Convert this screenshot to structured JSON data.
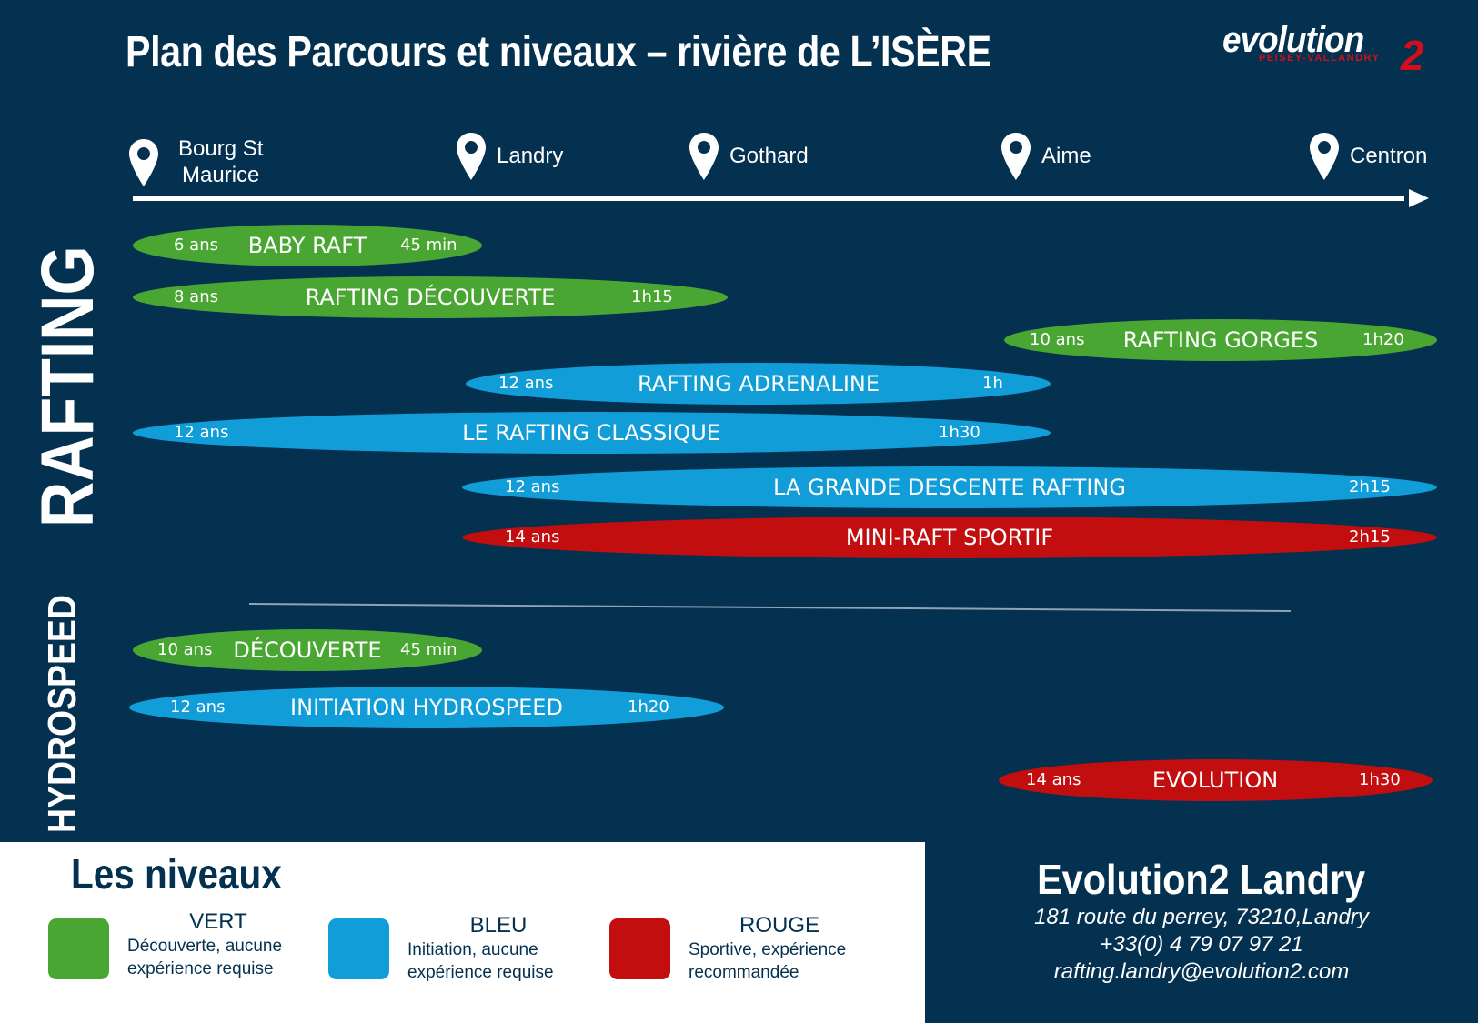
{
  "title": "Plan des Parcours et niveaux – rivière de L’ISÈRE",
  "logo": {
    "word": "evolution",
    "digit": "2",
    "subtitle": "PEISEY-VALLANDRY",
    "accent_color": "#d40f1a"
  },
  "stops": [
    {
      "label": "Bourg St\nMaurice",
      "icon": "map-pin-icon"
    },
    {
      "label": "Landry",
      "icon": "map-pin-icon"
    },
    {
      "label": "Gothard",
      "icon": "map-pin-icon"
    },
    {
      "label": "Aime",
      "icon": "map-pin-icon"
    },
    {
      "label": "Centron",
      "icon": "map-pin-icon"
    }
  ],
  "sections": {
    "rafting": "RAFTING",
    "hydrospeed": "HYDROSPEED"
  },
  "courses": [
    {
      "section": "rafting",
      "level": "green",
      "age": "6 ans",
      "name": "BABY RAFT",
      "duration": "45 min"
    },
    {
      "section": "rafting",
      "level": "green",
      "age": "8 ans",
      "name": "RAFTING DÉCOUVERTE",
      "duration": "1h15"
    },
    {
      "section": "rafting",
      "level": "green",
      "age": "10 ans",
      "name": "RAFTING GORGES",
      "duration": "1h20"
    },
    {
      "section": "rafting",
      "level": "blue",
      "age": "12 ans",
      "name": "RAFTING ADRENALINE",
      "duration": "1h"
    },
    {
      "section": "rafting",
      "level": "blue",
      "age": "12 ans",
      "name": "LE RAFTING CLASSIQUE",
      "duration": "1h30"
    },
    {
      "section": "rafting",
      "level": "blue",
      "age": "12 ans",
      "name": "LA GRANDE DESCENTE RAFTING",
      "duration": "2h15"
    },
    {
      "section": "rafting",
      "level": "red",
      "age": "14 ans",
      "name": "MINI-RAFT SPORTIF",
      "duration": "2h15"
    },
    {
      "section": "hydrospeed",
      "level": "green",
      "age": "10 ans",
      "name": "DÉCOUVERTE",
      "duration": "45 min"
    },
    {
      "section": "hydrospeed",
      "level": "blue",
      "age": "12 ans",
      "name": "INITIATION HYDROSPEED",
      "duration": "1h20"
    },
    {
      "section": "hydrospeed",
      "level": "red",
      "age": "14 ans",
      "name": "EVOLUTION",
      "duration": "1h30"
    }
  ],
  "legend": {
    "title": "Les niveaux",
    "items": [
      {
        "name": "VERT",
        "desc": "Découverte, aucune expérience requise",
        "color": "#4aa632"
      },
      {
        "name": "BLEU",
        "desc": "Initiation, aucune expérience requise",
        "color": "#109dd8"
      },
      {
        "name": "ROUGE",
        "desc": "Sportive, expérience recommandée",
        "color": "#c20e0e"
      }
    ]
  },
  "contact": {
    "name": "Evolution2 Landry",
    "address": "181 route du perrey, 73210,Landry",
    "phone": "+33(0) 4 79 07 97 21",
    "email": "rafting.landry@evolution2.com"
  },
  "colors": {
    "background": "#043150",
    "green": "#4aa632",
    "blue": "#109dd8",
    "red": "#c20e0e"
  }
}
